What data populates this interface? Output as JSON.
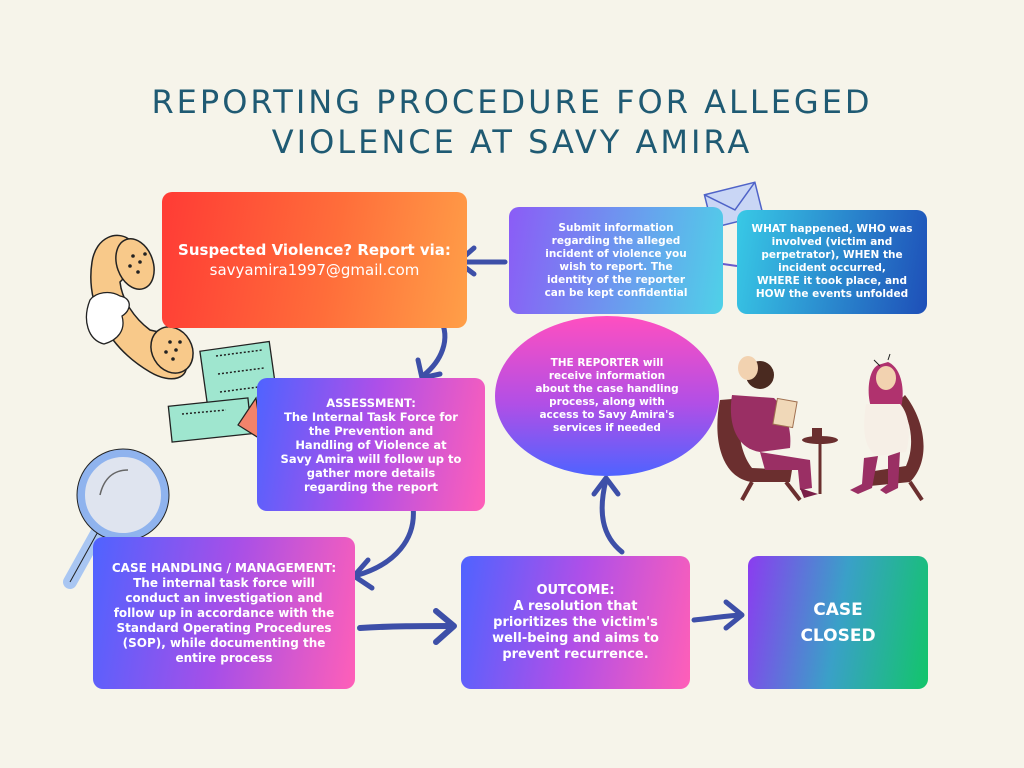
{
  "title": {
    "line1": "REPORTING PROCEDURE FOR ALLEGED",
    "line2": "VIOLENCE AT SAVY AMIRA"
  },
  "report": {
    "line1": "Suspected Violence? Report via:",
    "line2": "savyamira1997@gmail.com"
  },
  "submit": {
    "lines": [
      "Submit information",
      "regarding the alleged",
      "incident of violence you",
      "wish to report. The",
      "identity of the reporter",
      "can be kept confidential"
    ]
  },
  "what": {
    "lines": [
      "WHAT happened, WHO was",
      "involved (victim and",
      "perpetrator), WHEN the",
      "incident occurred,",
      "WHERE it took place, and",
      "HOW the events unfolded"
    ]
  },
  "assessment": {
    "lines": [
      "ASSESSMENT:",
      "The Internal Task Force for",
      "the Prevention and",
      "Handling of Violence at",
      "Savy Amira will follow up to",
      "gather more details",
      "regarding the report"
    ]
  },
  "reporter": {
    "lines": [
      "THE REPORTER will",
      "receive information",
      "about the case handling",
      "process, along with",
      "access to Savy Amira's",
      "services if needed"
    ]
  },
  "case_handling": {
    "lines": [
      "CASE HANDLING / MANAGEMENT:",
      "The internal task force will",
      "conduct an investigation and",
      "follow up in accordance with the",
      "Standard Operating Procedures",
      "(SOP), while documenting the",
      "entire process"
    ]
  },
  "outcome": {
    "lines": [
      "OUTCOME:",
      "A resolution that",
      "prioritizes the victim's",
      "well-being and aims to",
      "prevent recurrence."
    ]
  },
  "closed": {
    "lines": [
      "CASE",
      "CLOSED"
    ]
  },
  "colors": {
    "title": "#1f5a73",
    "arrow": "#3d4fa8",
    "background": "#f6f4ea"
  }
}
